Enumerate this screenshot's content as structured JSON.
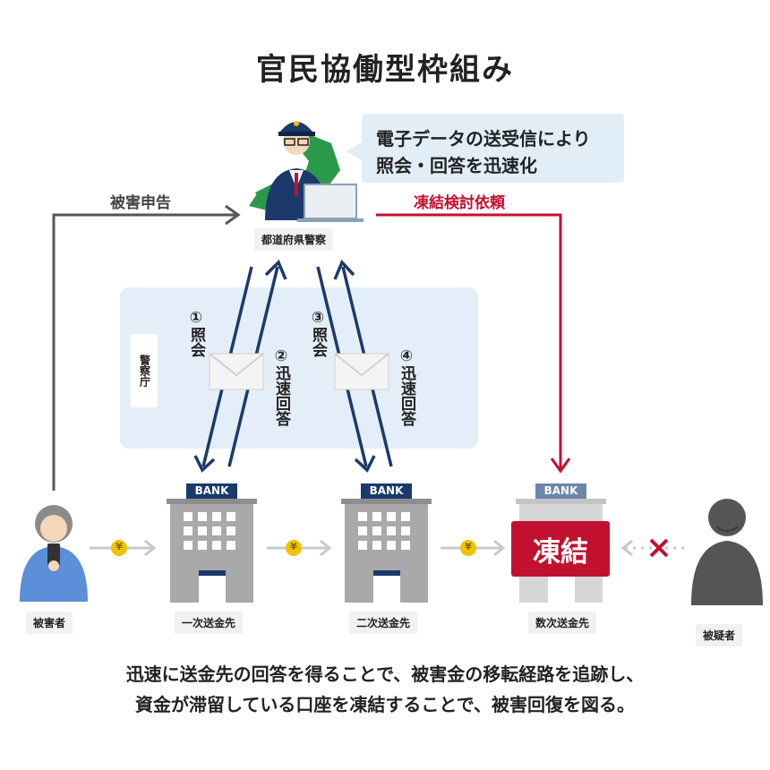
{
  "title": "官民協働型枠組み",
  "bubble": {
    "line1": "電子データの送受信により",
    "line2": "照会・回答を迅速化"
  },
  "police_label": "都道府県警察",
  "npa_label": "警察庁",
  "flows": {
    "report": "被害申告",
    "freeze_request": "凍結検討依頼",
    "inquiry1": "①照会",
    "reply2": "②迅速回答",
    "inquiry3": "③照会",
    "reply4": "④迅速回答"
  },
  "bank_sign": "BANK",
  "victim_label": "被害者",
  "bank1_label": "一次送金先",
  "bank2_label": "二次送金先",
  "bank3_label": "数次送金先",
  "suspect_label": "被疑者",
  "freeze_label": "凍結",
  "yen_symbol": "¥",
  "bottom": {
    "line1": "迅速に送金先の回答を得ることで、被害金の移転経路を追跡し、",
    "line2": "資金が滞留している口座を凍結することで、被害回復を図る。"
  },
  "colors": {
    "navy": "#1b3a6b",
    "red": "#c2112f",
    "gray_arrow": "#555555",
    "bank_gray": "#a9a9a9",
    "light_blue": "#e4eef8",
    "coin": "#f2c200"
  }
}
